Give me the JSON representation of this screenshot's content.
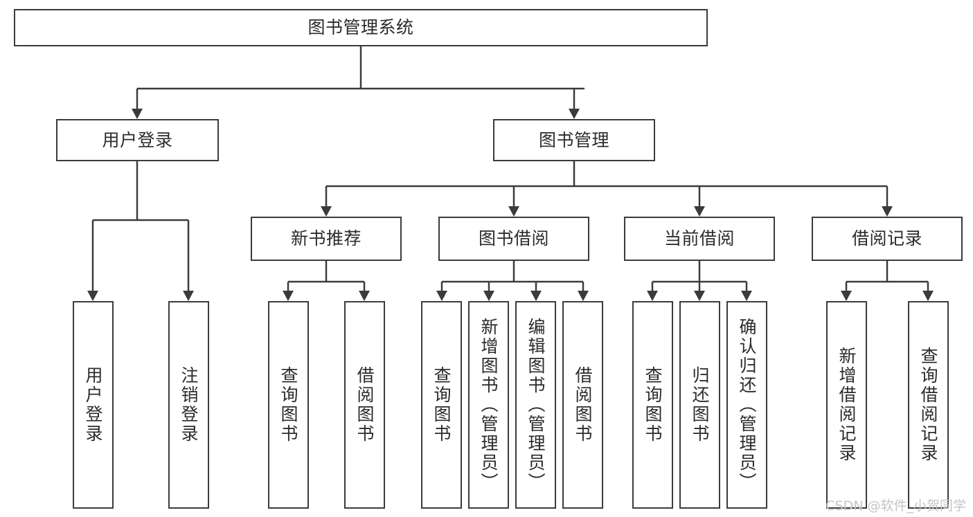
{
  "diagram": {
    "title_node": {
      "label": "图书管理系统"
    },
    "level2": [
      {
        "label": "用户登录"
      },
      {
        "label": "图书管理"
      }
    ],
    "level3": [
      {
        "label": "新书推荐"
      },
      {
        "label": "图书借阅"
      },
      {
        "label": "当前借阅"
      },
      {
        "label": "借阅记录"
      }
    ],
    "leaves": {
      "user_login": [
        {
          "label": "用户登录"
        },
        {
          "label": "注销登录"
        }
      ],
      "new_book_recommend": [
        {
          "label": "查询图书"
        },
        {
          "label": "借阅图书"
        }
      ],
      "book_borrow": [
        {
          "label": "查询图书"
        },
        {
          "label": "新增图书（管理员）"
        },
        {
          "label": "编辑图书（管理员）"
        },
        {
          "label": "借阅图书"
        }
      ],
      "current_borrow": [
        {
          "label": "查询图书"
        },
        {
          "label": "归还图书"
        },
        {
          "label": "确认归还（管理员）"
        }
      ],
      "borrow_record": [
        {
          "label": "新增借阅记录"
        },
        {
          "label": "查询借阅记录"
        }
      ]
    }
  },
  "watermark": {
    "text": "CSDN @软件_小贺同学"
  },
  "colors": {
    "stroke": "#3b3b3b",
    "text": "#2b2b2b",
    "background": "#ffffff",
    "watermark": "#c4c4c4"
  }
}
